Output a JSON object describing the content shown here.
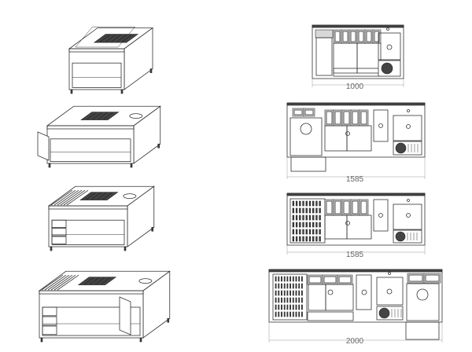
{
  "drawing": {
    "plans": [
      {
        "name": "plan-1000",
        "dimension": "1000"
      },
      {
        "name": "plan-1585-a",
        "dimension": "1585"
      },
      {
        "name": "plan-1585-b",
        "dimension": "1585"
      },
      {
        "name": "plan-2000",
        "dimension": "2000"
      }
    ],
    "colors": {
      "line": "#333333",
      "dimension": "#999999",
      "dimension_text": "#666666"
    }
  }
}
